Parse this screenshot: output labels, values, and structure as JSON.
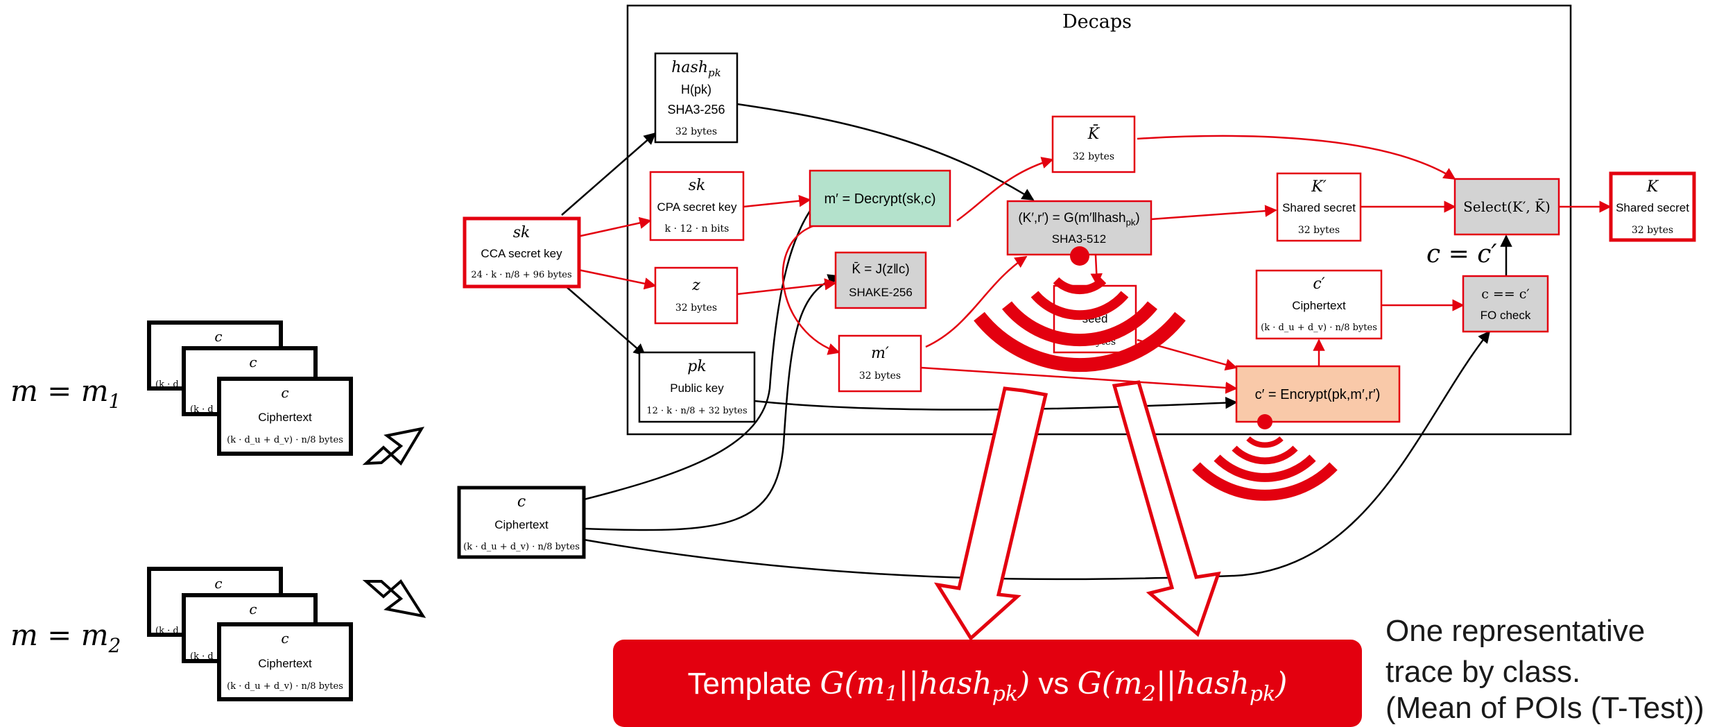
{
  "decaps": {
    "title": "Decaps"
  },
  "labels": {
    "m1": "m = m",
    "m1_sub": "1",
    "m2": "m = m",
    "m2_sub": "2",
    "c_eq": "c = c′",
    "caption_line1": "One representative",
    "caption_line2": "trace by class.",
    "caption_line3": "(Mean of POIs (T-Test))"
  },
  "banner": {
    "prefix": "Template ",
    "g1": "G(m",
    "g1_sub": "1",
    "g1_mid": "||hash",
    "g1_sub2": "pk",
    "g1_end": ")",
    "vs": " vs ",
    "g2": "G(m",
    "g2_sub": "2",
    "g2_mid": "||hash",
    "g2_sub2": "pk",
    "g2_end": ")"
  },
  "nodes": {
    "hashpk": {
      "name": "hash",
      "name_sub": "pk",
      "l1": "H(pk)",
      "l2": "SHA3-256",
      "l3": "32 bytes"
    },
    "sk_cpa": {
      "name": "sk",
      "l1": "CPA secret key",
      "l2": "k · 12 · n bits"
    },
    "sk_cca": {
      "name": "sk",
      "l1": "CCA secret key",
      "l2": "24 · k · n/8 + 96 bytes"
    },
    "z": {
      "name": "z",
      "l1": "32 bytes"
    },
    "pk": {
      "name": "pk",
      "l1": "Public key",
      "l2": "12 · k · n/8 + 32 bytes"
    },
    "decrypt": {
      "l1": "m′ = Decrypt(sk,c)"
    },
    "kbar_j": {
      "l1": "K̄ = J(z‖c)",
      "l2": "SHAKE-256"
    },
    "mprime": {
      "name": "m′",
      "l1": "32 bytes"
    },
    "kbar": {
      "name": "K̄",
      "l1": "32 bytes"
    },
    "g": {
      "l1": "(K′,r′) = G(m′‖hash",
      "l1_sub": "pk",
      "l1_end": ")",
      "l2": "SHA3-512"
    },
    "seed": {
      "l1": "seed",
      "l2": "32 bytes"
    },
    "kprime": {
      "name": "K′",
      "l1": "Shared secret",
      "l2": "32 bytes"
    },
    "cprime": {
      "name": "c′",
      "l1": "Ciphertext",
      "l2": "(k · d_u + d_v) · n/8 bytes"
    },
    "encrypt": {
      "l1": "c′ = Encrypt(pk,m′,r′)"
    },
    "select": {
      "l1": "Select(K′, K̄)"
    },
    "focheck": {
      "l1": "c == c′",
      "l2": "FO check"
    },
    "kout": {
      "name": "K",
      "l1": "Shared secret",
      "l2": "32 bytes"
    },
    "c_main": {
      "name": "c",
      "l1": "Ciphertext",
      "l2": "(k · d_u + d_v) · n/8 bytes"
    },
    "stack1": {
      "name": "c",
      "l1": "Ciphertext",
      "l2": "(k · d_u + d_v) · n/8 bytes",
      "frag": "(k · d"
    },
    "stack2": {
      "name": "c",
      "l1": "Ciphertext",
      "l2": "(k · d_u + d_v) · n/8 bytes",
      "frag": "(k · d"
    }
  },
  "colors": {
    "red": "#e3000f",
    "decrypt_fill": "#b4e2cc",
    "gray_fill": "#d3d3d3",
    "encrypt_fill": "#f9c9a9"
  }
}
